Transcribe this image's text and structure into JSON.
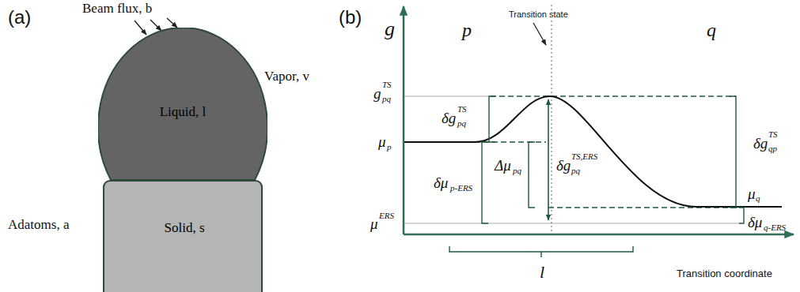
{
  "diagram": {
    "nodes": [
      {
        "text": [
          "Liquid, l"
        ]
      },
      {
        "text": [
          "Solid, s"
        ]
      }
    ],
    "labels": [
      "(a)",
      "Beam flux, b",
      "Vapor, v",
      "Adatoms, a",
      "(b)",
      "g",
      "p",
      "q",
      "Transition state",
      "g",
      "TS",
      "pq",
      "δg",
      "TS",
      "pq",
      "μ",
      "p",
      "δμ",
      "p-ERS",
      "Δμ",
      "pq",
      "δg",
      "TS,ERS",
      "pq",
      "μ",
      "ERS",
      "δg",
      "TS",
      "qp",
      "μ",
      "q",
      "δμ",
      "q-ERS",
      "l",
      "Transition coordinate"
    ]
  }
}
